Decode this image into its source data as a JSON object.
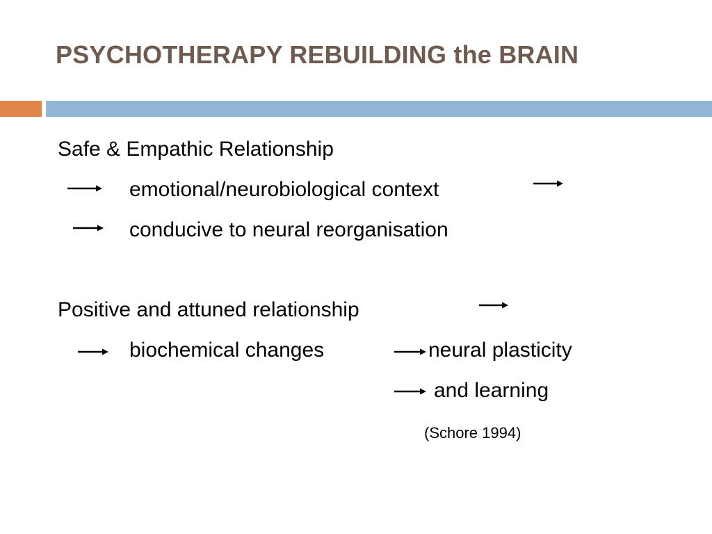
{
  "slide": {
    "title": "PSYCHOTHERAPY REBUILDING the BRAIN",
    "lines": {
      "l1": "Safe & Empathic Relationship",
      "l2": "emotional/neurobiological context",
      "l3": "conducive to neural reorganisation",
      "l4": "Positive and attuned relationship",
      "l5a": "biochemical changes",
      "l5b": "neural plasticity",
      "l6": "and learning",
      "citation": "(Schore 1994)"
    },
    "colors": {
      "title": "#6e5a4f",
      "accent_orange": "#e0864d",
      "accent_blue": "#92b6d6"
    },
    "icons": [
      "arrow-right-icon"
    ]
  }
}
